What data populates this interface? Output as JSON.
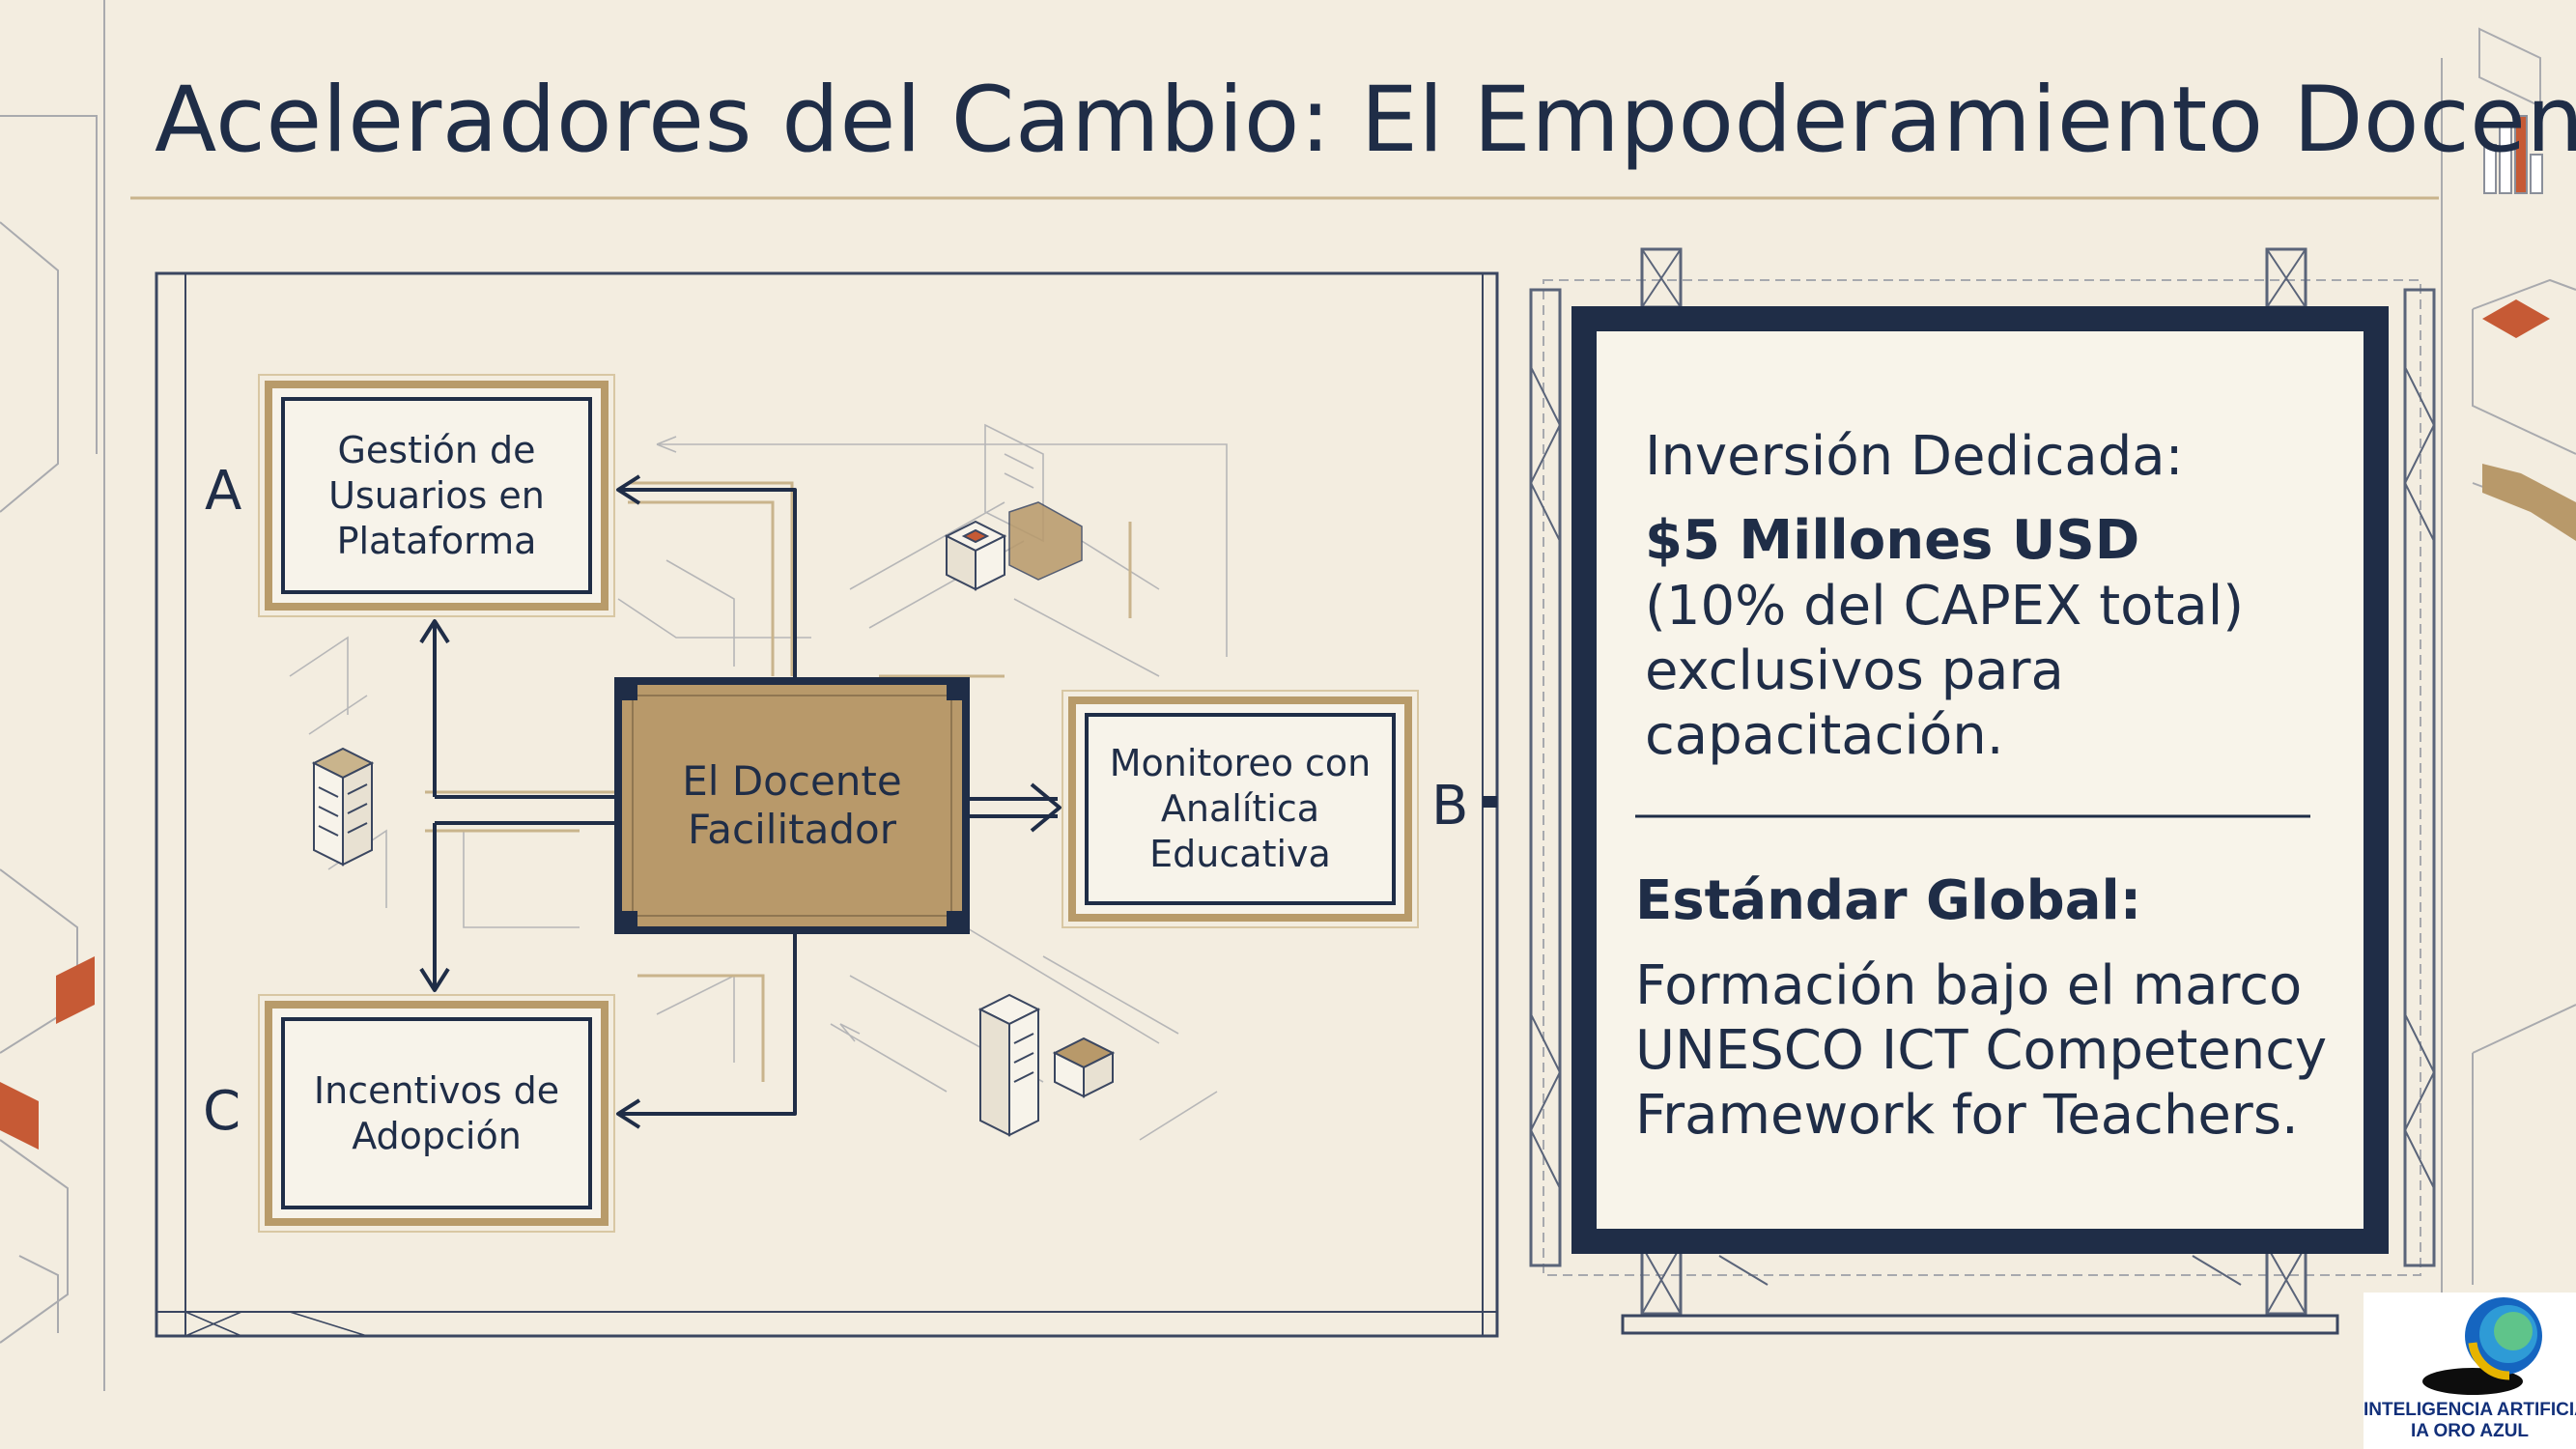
{
  "title": "Aceleradores del Cambio: El Empoderamiento Docente",
  "diagram": {
    "center": "El Docente\nFacilitador",
    "nodes": [
      {
        "letter": "A",
        "label": "Gestión de\nUsuarios en\nPlataforma"
      },
      {
        "letter": "B",
        "label": "Monitoreo con\nAnalítica\nEducativa"
      },
      {
        "letter": "C",
        "label": "Incentivos de\nAdopción"
      }
    ]
  },
  "panel": {
    "investment_heading": "Inversión Dedicada:",
    "investment_amount": "$5 Millones USD",
    "investment_detail": [
      "(10% del CAPEX total)",
      "exclusivos para",
      "capacitación."
    ],
    "standard_heading": "Estándar Global:",
    "standard_detail": [
      "Formación bajo el marco",
      "UNESCO ICT Competency",
      "Framework for Teachers."
    ]
  },
  "logo": {
    "line1": "INTELIGENCIA ARTIFICIAL",
    "line2": "IA ORO AZUL"
  },
  "colors": {
    "background": "#f3ede0",
    "navy": "#1f2d47",
    "gold": "#b89b6a",
    "center_fill": "#b8996a",
    "accent_orange": "#c65a35"
  }
}
